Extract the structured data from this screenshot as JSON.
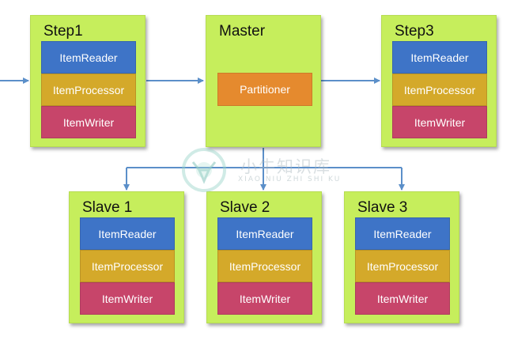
{
  "step1": {
    "title": "Step1",
    "reader": "ItemReader",
    "processor": "ItemProcessor",
    "writer": "ItemWriter"
  },
  "master": {
    "title": "Master",
    "partitioner": "Partitioner"
  },
  "step3": {
    "title": "Step3",
    "reader": "ItemReader",
    "processor": "ItemProcessor",
    "writer": "ItemWriter"
  },
  "slaves": [
    {
      "title": "Slave 1",
      "reader": "ItemReader",
      "processor": "ItemProcessor",
      "writer": "ItemWriter"
    },
    {
      "title": "Slave 2",
      "reader": "ItemReader",
      "processor": "ItemProcessor",
      "writer": "ItemWriter"
    },
    {
      "title": "Slave 3",
      "reader": "ItemReader",
      "processor": "ItemProcessor",
      "writer": "ItemWriter"
    }
  ],
  "watermark": {
    "text": "小牛知识库",
    "subtext": "XIAO NIU ZHI SHI KU"
  },
  "colors": {
    "box": "#c6ee5c",
    "reader": "#3e74c7",
    "processor": "#d4a92a",
    "writer": "#c7456a",
    "partitioner": "#e58a2e",
    "arrow": "#5b8fc9"
  }
}
